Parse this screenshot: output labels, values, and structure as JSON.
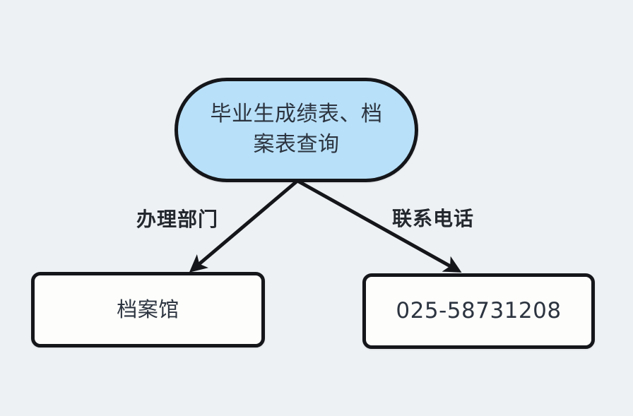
{
  "diagram": {
    "type": "mindmap-tree",
    "background_color": "#eef1f4",
    "root": {
      "id": "root",
      "label": "毕业生成绩表、档\n案表查询",
      "shape": "stadium",
      "fill_color": "#b8e0f8",
      "border_color": "#14161a",
      "text_color": "#2c3440"
    },
    "edges": [
      {
        "id": "edge-dept",
        "label": "办理部门",
        "from": "root",
        "to": "archive",
        "style": "solid-arrow",
        "color": "#14161a",
        "label_color": "#23282e"
      },
      {
        "id": "edge-phone",
        "label": "联系电话",
        "from": "root",
        "to": "phone",
        "style": "solid-arrow",
        "color": "#14161a",
        "label_color": "#23282e"
      }
    ],
    "leaves": [
      {
        "id": "archive",
        "label": "档案馆",
        "shape": "rounded-rect",
        "fill_color": "#fdfdfb",
        "border_color": "#14161a",
        "text_color": "#2c3440"
      },
      {
        "id": "phone",
        "label": "025-58731208",
        "shape": "rounded-rect",
        "fill_color": "#fdfdfb",
        "border_color": "#14161a",
        "text_color": "#2c3440"
      }
    ]
  }
}
